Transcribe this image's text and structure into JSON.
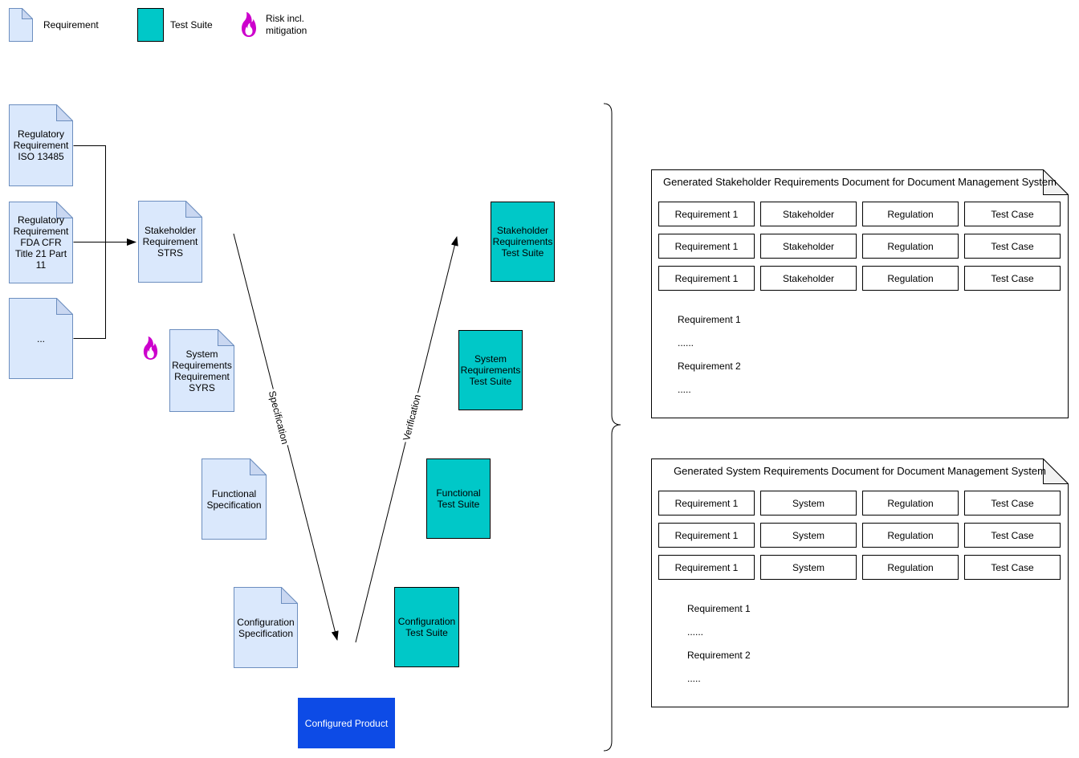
{
  "legend": {
    "requirement": "Requirement",
    "test_suite": "Test Suite",
    "risk": "Risk incl. mitigation"
  },
  "vmodel": {
    "left_docs": [
      "Regulatory Requirement ISO 13485",
      "Regulatory Requirement FDA CFR Title 21 Part 11",
      "..."
    ],
    "stakeholder_requirement": "Stakeholder Requirement STRS",
    "system_requirement": "System Requirements Requirement SYRS",
    "functional_specification": "Functional Specification",
    "configuration_specification": "Configuration Specification",
    "configured_product": "Configured Product",
    "specification_edge_label": "Specification",
    "verification_edge_label": "Verification",
    "test_suites": [
      "Stakeholder Requirements Test Suite",
      "System Requirements Test Suite",
      "Functional Test Suite",
      "Configuration Test Suite"
    ]
  },
  "panels": [
    {
      "title": "Generated Stakeholder Requirements Document for Document Management System",
      "rows": [
        [
          "Requirement 1",
          "Stakeholder",
          "Regulation",
          "Test Case"
        ],
        [
          "Requirement 1",
          "Stakeholder",
          "Regulation",
          "Test Case"
        ],
        [
          "Requirement 1",
          "Stakeholder",
          "Regulation",
          "Test Case"
        ]
      ],
      "body_lines": [
        "Requirement 1",
        "......",
        "Requirement 2",
        "....."
      ]
    },
    {
      "title": "Generated System Requirements Document for Document Management System",
      "rows": [
        [
          "Requirement 1",
          "System",
          "Regulation",
          "Test Case"
        ],
        [
          "Requirement 1",
          "System",
          "Regulation",
          "Test Case"
        ],
        [
          "Requirement 1",
          "System",
          "Regulation",
          "Test Case"
        ]
      ],
      "body_lines": [
        "Requirement 1",
        "......",
        "Requirement 2",
        "....."
      ]
    }
  ],
  "colors": {
    "requirement_fill": "#dae8fc",
    "requirement_stroke": "#6c8ebf",
    "requirement_fold": "#c9d7f1",
    "test_suite_fill": "#00c8c8",
    "risk_flame": "#cc00cc",
    "product_fill": "#0d4be6",
    "panel_fold": "#f2f2f2"
  }
}
